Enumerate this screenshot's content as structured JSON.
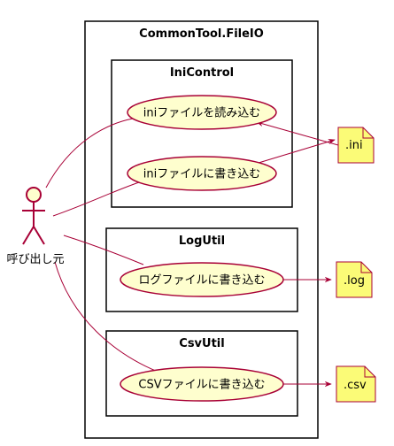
{
  "outer_package": {
    "title": "CommonTool.FileIO"
  },
  "packages": [
    {
      "id": "inicontrol",
      "title": "IniControl"
    },
    {
      "id": "logutil",
      "title": "LogUtil"
    },
    {
      "id": "csvutil",
      "title": "CsvUtil"
    }
  ],
  "usecases": [
    {
      "id": "ini-read",
      "label": "iniファイルを読み込む"
    },
    {
      "id": "ini-write",
      "label": "iniファイルに書き込む"
    },
    {
      "id": "log-write",
      "label": "ログファイルに書き込む"
    },
    {
      "id": "csv-write",
      "label": "CSVファイルに書き込む"
    }
  ],
  "files": [
    {
      "id": "ini",
      "label": ".ini"
    },
    {
      "id": "log",
      "label": ".log"
    },
    {
      "id": "csv",
      "label": ".csv"
    }
  ],
  "actor": {
    "label": "呼び出し元"
  },
  "colors": {
    "usecase_fill": "#fefece",
    "note_fill": "#fbfb77",
    "line": "#a80036",
    "border": "#000000"
  }
}
